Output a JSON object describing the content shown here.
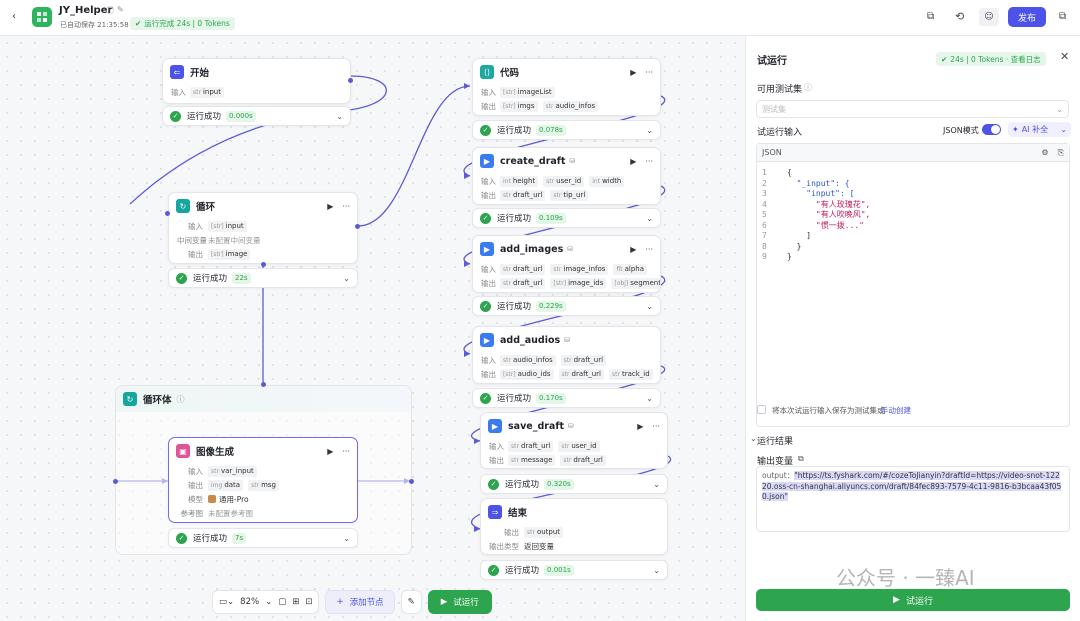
{
  "app": {
    "title": "JY_Helper",
    "autosave": "已自动保存 21:35:58",
    "run_status": "运行完成 24s | 0 Tokens",
    "publish": "发布"
  },
  "nodes": {
    "start": {
      "title": "开始",
      "in_label": "输入",
      "in_type": "str",
      "in_value": "input",
      "status": "运行成功",
      "time": "0.000s"
    },
    "loop": {
      "title": "循环",
      "in_label": "输入",
      "in_type": "[str]",
      "in_value": "input",
      "mid_label": "中间变量",
      "mid_value": "未配置中间变量",
      "out_label": "输出",
      "out_type": "[str]",
      "out_value": "image",
      "status": "运行成功",
      "time": "22s"
    },
    "loopbody": {
      "title": "循环体"
    },
    "imggen": {
      "title": "图像生成",
      "in_label": "输入",
      "in_type": "str",
      "in_value": "var_input",
      "out_label": "输出",
      "out_types": [
        "img",
        "str"
      ],
      "out_values": [
        "data",
        "msg"
      ],
      "model_label": "模型",
      "model_value": "通用-Pro",
      "ref_label": "参考图",
      "ref_value": "未配置参考图",
      "status": "运行成功",
      "time": "7s"
    },
    "code": {
      "title": "代码",
      "in_label": "输入",
      "in_type": "[str]",
      "in_value": "imageList",
      "out_label": "输出",
      "out_types": [
        "[str]",
        "str"
      ],
      "out_values": [
        "imgs",
        "audio_infos"
      ],
      "status": "运行成功",
      "time": "0.078s"
    },
    "create_draft": {
      "title": "create_draft",
      "in_label": "输入",
      "in_types": [
        "int",
        "str",
        "int"
      ],
      "in_values": [
        "height",
        "user_id",
        "width"
      ],
      "out_label": "输出",
      "out_types": [
        "str",
        "str"
      ],
      "out_values": [
        "draft_url",
        "tip_url"
      ],
      "status": "运行成功",
      "time": "0.109s"
    },
    "add_images": {
      "title": "add_images",
      "in_label": "输入",
      "in_types": [
        "str",
        "str",
        "flt"
      ],
      "in_values": [
        "draft_url",
        "image_infos",
        "alpha"
      ],
      "out_label": "输出",
      "out_types": [
        "str",
        "[str]",
        "[obj]"
      ],
      "out_values": [
        "draft_url",
        "image_ids",
        "segment_..."
      ],
      "status": "运行成功",
      "time": "0.229s"
    },
    "add_audios": {
      "title": "add_audios",
      "in_label": "输入",
      "in_types": [
        "str",
        "str"
      ],
      "in_values": [
        "audio_infos",
        "draft_url"
      ],
      "out_label": "输出",
      "out_types": [
        "[str]",
        "str",
        "str"
      ],
      "out_values": [
        "audio_ids",
        "draft_url",
        "track_id"
      ],
      "status": "运行成功",
      "time": "0.170s"
    },
    "save_draft": {
      "title": "save_draft",
      "in_label": "输入",
      "in_types": [
        "str",
        "str"
      ],
      "in_values": [
        "draft_url",
        "user_id"
      ],
      "out_label": "输出",
      "out_types": [
        "str",
        "str"
      ],
      "out_values": [
        "message",
        "draft_url"
      ],
      "status": "运行成功",
      "time": "0.320s"
    },
    "end": {
      "title": "结束",
      "out_label": "输出",
      "out_type": "str",
      "out_value": "output",
      "type_label": "输出类型",
      "type_value": "返回变量",
      "status": "运行成功",
      "time": "0.001s"
    }
  },
  "toolbar": {
    "zoom": "82%",
    "add_node": "添加节点",
    "run": "试运行"
  },
  "panel": {
    "title": "试运行",
    "badge": "24s | 0 Tokens · 查看日志",
    "testset_label": "可用测试集",
    "testset_placeholder": "测试集",
    "input_label": "试运行输入",
    "json_mode": "JSON模式",
    "ai_fill": "AI 补全",
    "editor_lang": "JSON",
    "line_numbers": [
      "1",
      "2",
      "3",
      "4",
      "5",
      "6",
      "7",
      "8",
      "9"
    ],
    "code_lines": [
      "{",
      "  \"_input\": {",
      "    \"input\": [",
      "      \"有人玫瑰花\",",
      "      \"有人吹晚风\",",
      "      \"惯一拨...\"",
      "    ]",
      "  }",
      "}"
    ],
    "save_check": "将本次试运行输入保存为测试集或",
    "save_link": "手动创建",
    "result_label": "运行结果",
    "output_var_label": "输出变量",
    "output_key": "output：",
    "output_value": "\"https://ts.fyshark.com/#/cozeToJianyin?draftId=https://video-snot-12220.oss-cn-shanghai.aliyuncs.com/draft/84fec893-7579-4c11-9816-b3bcaa43f050.json\"",
    "run_button": "试运行"
  },
  "watermark": "公众号 · 一臻AI"
}
